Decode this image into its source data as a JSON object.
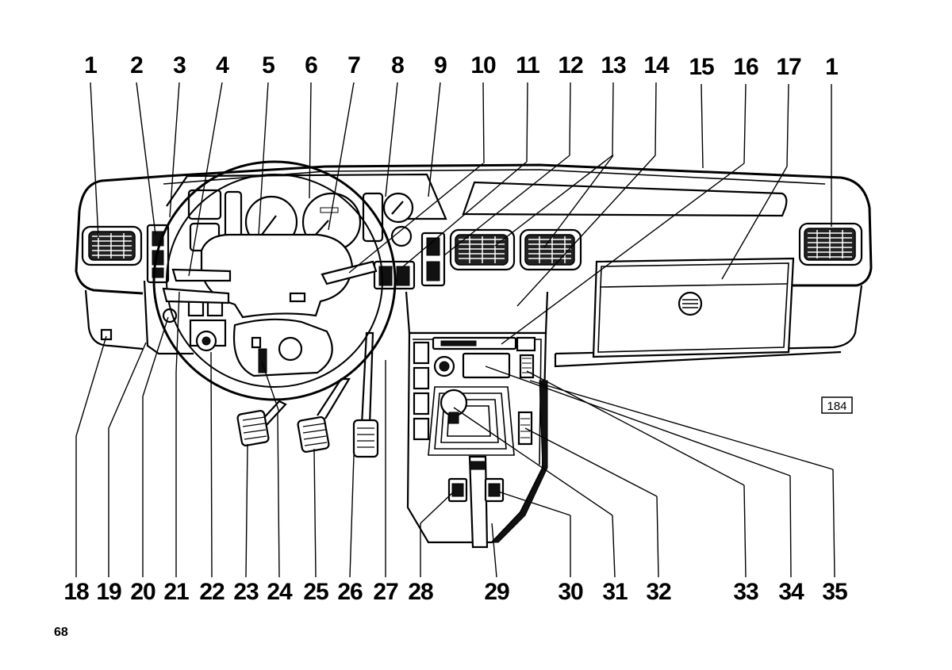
{
  "top_labels": [
    "1",
    "2",
    "3",
    "4",
    "5",
    "6",
    "7",
    "8",
    "9",
    "10",
    "11",
    "12",
    "13",
    "14",
    "15",
    "16",
    "17",
    "1"
  ],
  "bottom_labels": [
    "18",
    "19",
    "20",
    "21",
    "22",
    "23",
    "24",
    "25",
    "26",
    "27",
    "28",
    "29",
    "30",
    "31",
    "32",
    "33",
    "34",
    "35"
  ],
  "figure_number": "184",
  "page_number": "68"
}
